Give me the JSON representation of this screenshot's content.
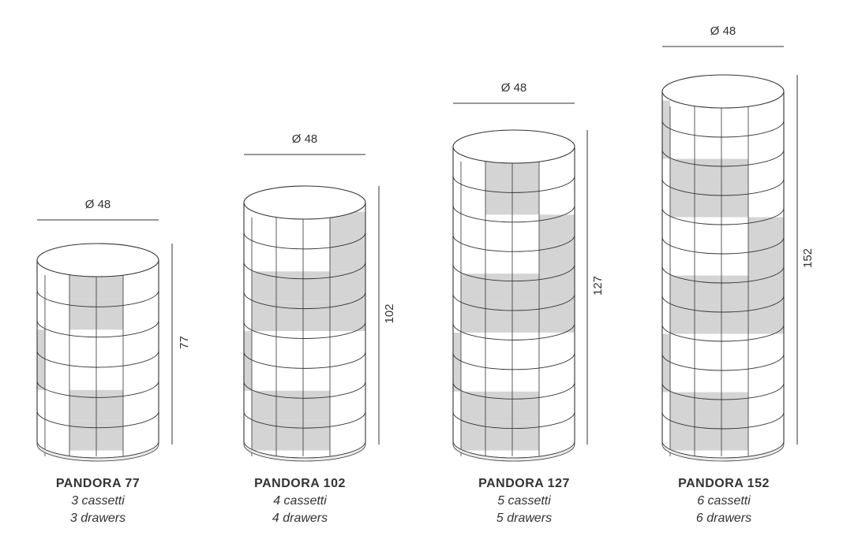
{
  "colors": {
    "line": "#333333",
    "shade": "#d4d4d4",
    "base": "#ebebeb"
  },
  "products": [
    {
      "name": "PANDORA 77",
      "diameter": "Ø 48",
      "height": "77",
      "line1": "3 cassetti",
      "line2": "3 drawers",
      "bands": 6,
      "shade": [
        [
          0,
          0,
          1,
          1,
          0
        ],
        [
          0,
          0,
          1,
          1,
          0
        ],
        [
          1,
          0,
          0,
          0,
          0
        ],
        [
          1,
          0,
          0,
          0,
          0
        ],
        [
          0,
          0,
          1,
          1,
          0
        ],
        [
          0,
          0,
          1,
          1,
          0
        ]
      ]
    },
    {
      "name": "PANDORA 102",
      "diameter": "Ø 48",
      "height": "102",
      "line1": "4 cassetti",
      "line2": "4 drawers",
      "bands": 8,
      "shade": [
        [
          0,
          0,
          0,
          0,
          1
        ],
        [
          0,
          0,
          0,
          0,
          1
        ],
        [
          0,
          1,
          1,
          1,
          1
        ],
        [
          0,
          1,
          1,
          1,
          1
        ],
        [
          1,
          0,
          0,
          0,
          0
        ],
        [
          1,
          0,
          0,
          0,
          0
        ],
        [
          0,
          1,
          1,
          1,
          0
        ],
        [
          0,
          1,
          1,
          1,
          0
        ]
      ]
    },
    {
      "name": "PANDORA 127",
      "diameter": "Ø 48",
      "height": "127",
      "line1": "5 cassetti",
      "line2": "5 drawers",
      "bands": 10,
      "shade": [
        [
          0,
          0,
          1,
          1,
          0
        ],
        [
          0,
          0,
          1,
          1,
          0
        ],
        [
          0,
          0,
          0,
          0,
          1
        ],
        [
          0,
          0,
          0,
          0,
          1
        ],
        [
          0,
          1,
          1,
          1,
          1
        ],
        [
          0,
          1,
          1,
          1,
          1
        ],
        [
          1,
          0,
          0,
          0,
          0
        ],
        [
          1,
          0,
          0,
          0,
          0
        ],
        [
          0,
          1,
          1,
          1,
          0
        ],
        [
          0,
          1,
          1,
          1,
          0
        ]
      ]
    },
    {
      "name": "PANDORA 152",
      "diameter": "Ø 48",
      "height": "152",
      "line1": "6 cassetti",
      "line2": "6 drawers",
      "bands": 12,
      "shade": [
        [
          1,
          0,
          0,
          0,
          0
        ],
        [
          1,
          0,
          0,
          0,
          0
        ],
        [
          0,
          1,
          1,
          1,
          0
        ],
        [
          0,
          1,
          1,
          1,
          0
        ],
        [
          0,
          0,
          0,
          0,
          1
        ],
        [
          0,
          0,
          0,
          0,
          1
        ],
        [
          0,
          1,
          1,
          1,
          1
        ],
        [
          0,
          1,
          1,
          1,
          1
        ],
        [
          1,
          0,
          0,
          0,
          0
        ],
        [
          1,
          0,
          0,
          0,
          0
        ],
        [
          0,
          1,
          1,
          1,
          0
        ],
        [
          0,
          1,
          1,
          1,
          0
        ]
      ]
    }
  ]
}
